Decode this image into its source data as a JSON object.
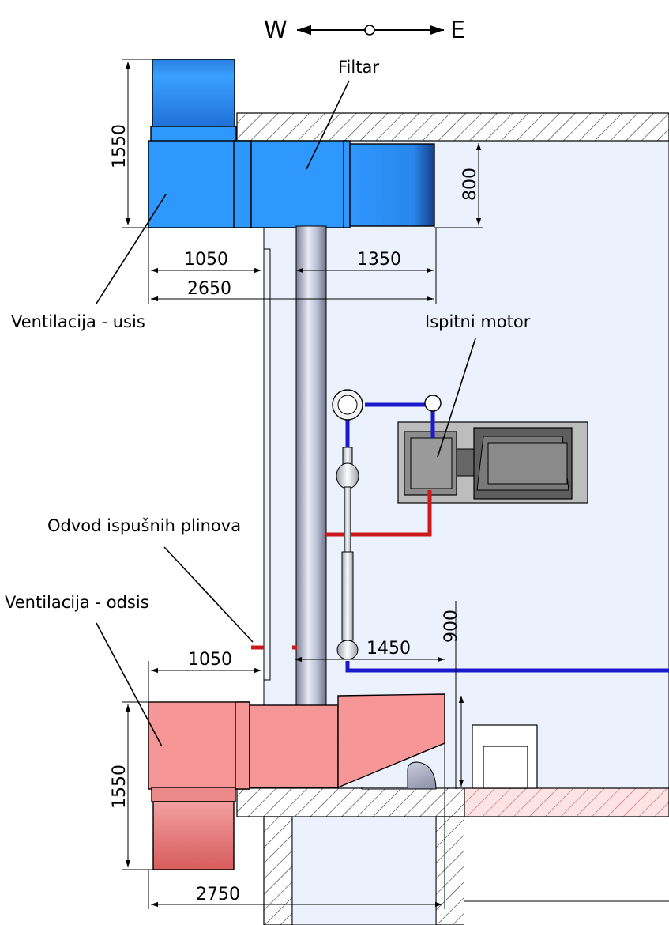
{
  "compass": {
    "west": "W",
    "east": "E"
  },
  "labels": {
    "filter": "Filtar",
    "intake": "Ventilacija - usis",
    "test_engine": "Ispitni motor",
    "exhaust_gas": "Odvod ispušnih plinova",
    "extract": "Ventilacija - odsis"
  },
  "dimensions": {
    "intake_height": "1550",
    "filter_height": "800",
    "intake_left_width": "1050",
    "intake_right_width": "1350",
    "intake_total_width": "2650",
    "extract_left_width": "1050",
    "exhaust_offset": "1450",
    "floor_pipe_height": "900",
    "extract_height": "1550",
    "extract_total_width": "2750"
  },
  "colors": {
    "intake_duct": "#2f98ff",
    "extract_duct": "#f79696",
    "water_pipe": "#1a1acc",
    "hot_pipe": "#cc1a1a",
    "room": "#ecf2fd",
    "engine": "#8c8c8c"
  }
}
